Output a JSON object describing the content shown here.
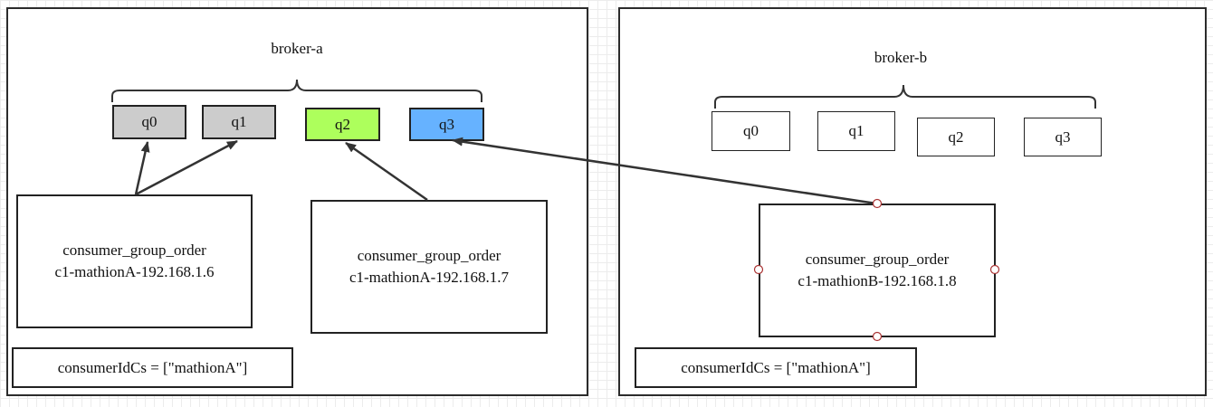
{
  "colors": {
    "queue_gray": "#cccccc",
    "queue_green": "#adff5c",
    "queue_blue": "#66b2ff",
    "line": "#333333"
  },
  "broker_a": {
    "title": "broker-a",
    "queues": [
      {
        "label": "q0",
        "fill": "#cccccc"
      },
      {
        "label": "q1",
        "fill": "#cccccc"
      },
      {
        "label": "q2",
        "fill": "#adff5c"
      },
      {
        "label": "q3",
        "fill": "#66b2ff"
      }
    ],
    "consumers": [
      {
        "group": "consumer_group_order",
        "client_id": "c1-mathionA-192.168.1.6"
      },
      {
        "group": "consumer_group_order",
        "client_id": "c1-mathionA-192.168.1.7"
      }
    ],
    "consumer_id_cs": "consumerIdCs = [\"mathionA\"]"
  },
  "broker_b": {
    "title": "broker-b",
    "queues": [
      {
        "label": "q0"
      },
      {
        "label": "q1"
      },
      {
        "label": "q2"
      },
      {
        "label": "q3"
      }
    ],
    "consumer": {
      "group": "consumer_group_order",
      "client_id": "c1-mathionB-192.168.1.8"
    },
    "consumer_id_cs": "consumerIdCs = [\"mathionA\"]"
  }
}
